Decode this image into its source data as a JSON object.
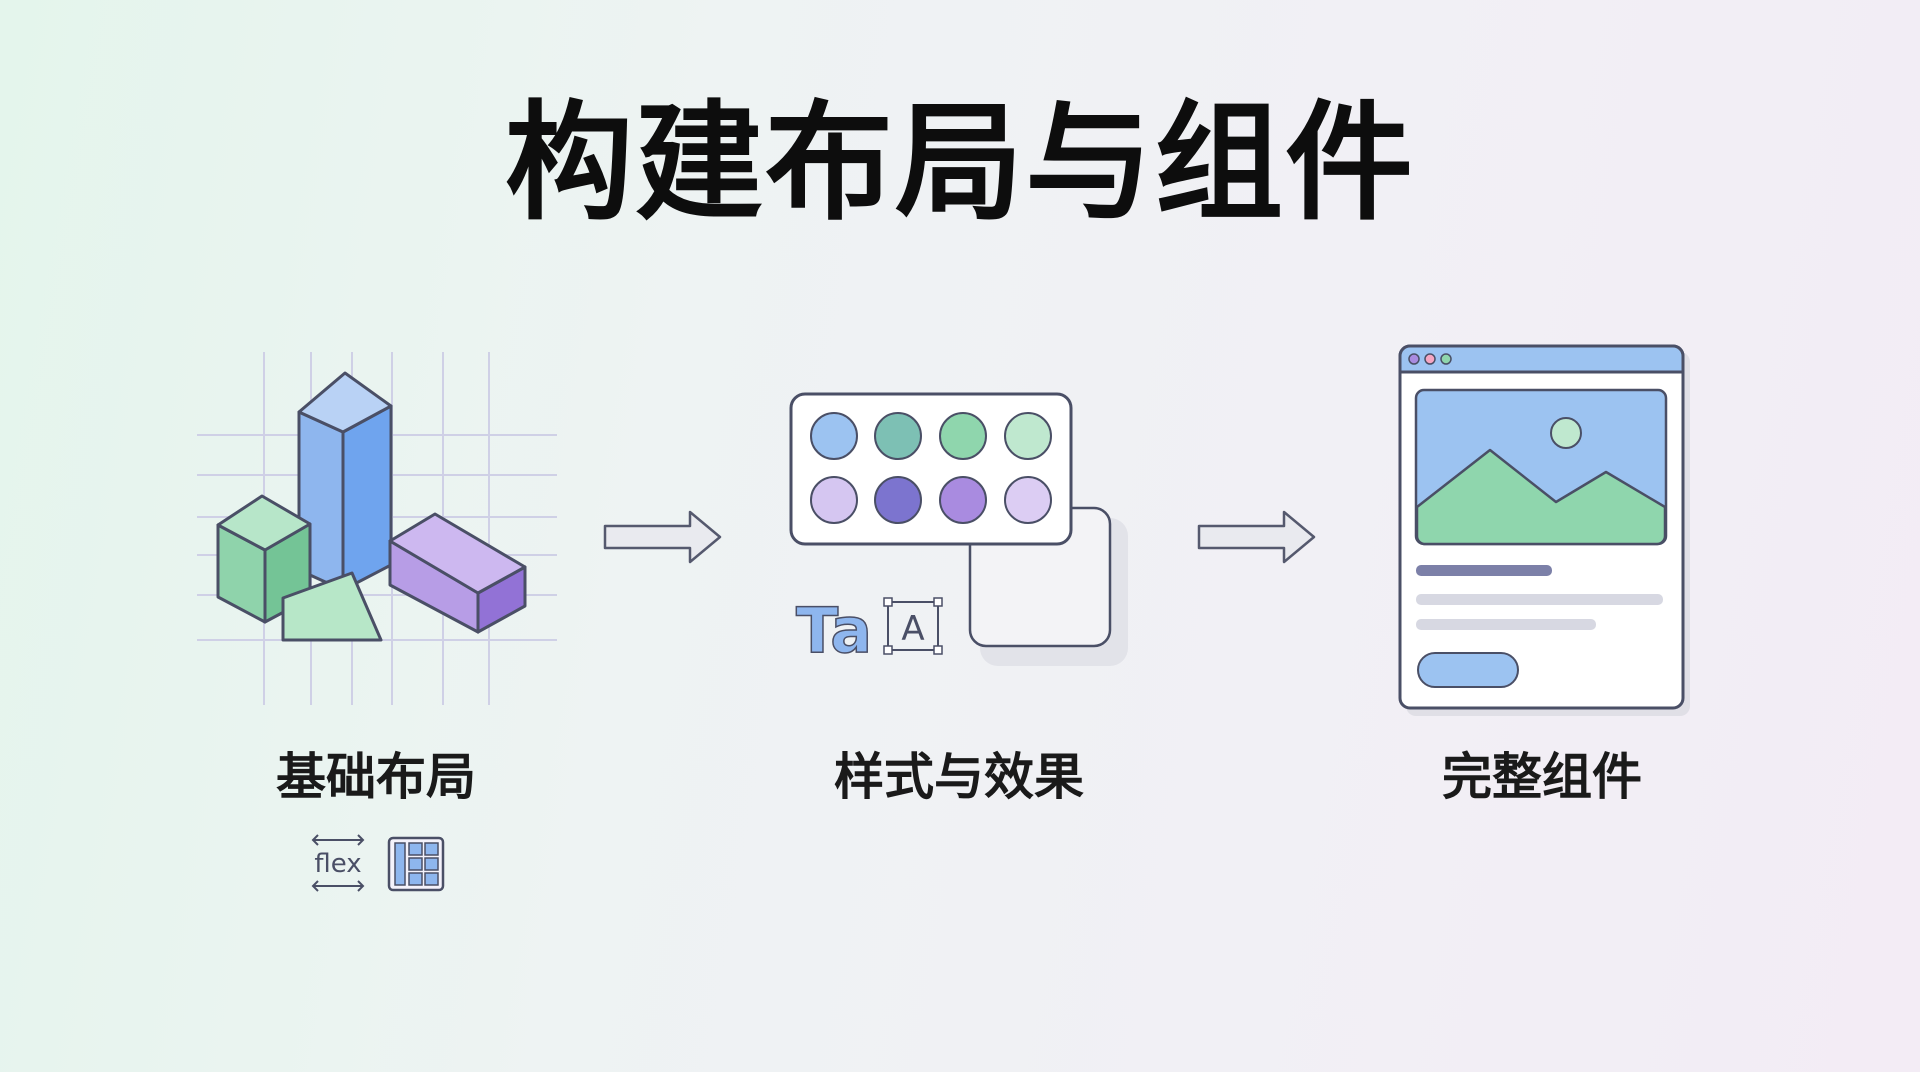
{
  "title": "构建布局与组件",
  "stages": [
    {
      "label": "基础布局",
      "badges": [
        "flex"
      ]
    },
    {
      "label": "样式与效果",
      "badges": [
        "Ta",
        "A"
      ]
    },
    {
      "label": "完整组件"
    }
  ],
  "icons": [
    "isometric-blocks-icon",
    "flex-icon",
    "grid-icon",
    "arrow-right-icon",
    "color-palette-icon",
    "typography-icon",
    "text-box-icon",
    "card-shadow-icon",
    "browser-window-icon",
    "image-placeholder-icon"
  ],
  "colors": {
    "blue": "#7aaaf0",
    "green": "#8fd6ad",
    "purple": "#a98be0",
    "outline": "#4a4f66",
    "grid": "#cfd0e6"
  }
}
